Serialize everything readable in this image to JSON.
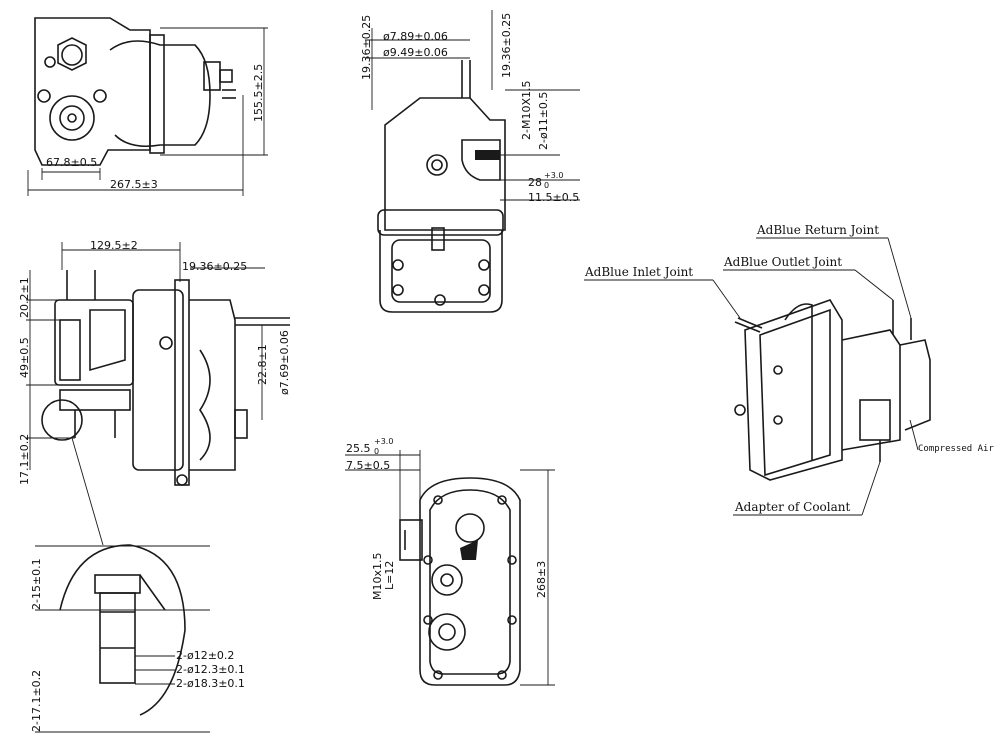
{
  "top_left_view": {
    "dim_67_8": "67.8±0.5",
    "dim_267_5": "267.5±3",
    "dim_155_5": "155.5±2.5"
  },
  "top_center_view": {
    "dim_phi_7_89": "ø7.89±0.06",
    "dim_phi_9_49": "ø9.49±0.06",
    "dim_19_36_left": "19.36±0.25",
    "dim_19_36_right": "19.36±0.25",
    "dim_m10": "2-M10X1.5",
    "dim_phi_11": "2-ø11±0.5",
    "dim_28": "28",
    "dim_28_tol_top": "+3.0",
    "dim_28_tol_bottom": "0",
    "dim_11_5": "11.5±0.5"
  },
  "middle_left_view": {
    "dim_129_5": "129.5±2",
    "dim_19_36": "19.36±0.25",
    "dim_20_2": "20.2±1",
    "dim_49": "49±0.5",
    "dim_22_8": "22.8±1",
    "dim_phi_7_69": "ø7.69±0.06",
    "dim_17_1": "17.1±0.2"
  },
  "detail_view": {
    "dim_2_15": "2-15±0.1",
    "dim_2_17_1": "2-17.1±0.2",
    "dim_phi_12": "2-ø12±0.2",
    "dim_phi_12_3": "2-ø12.3±0.1",
    "dim_phi_18_3": "2-ø18.3±0.1"
  },
  "bottom_center_view": {
    "dim_25_5": "25.5",
    "dim_25_5_tol_top": "+3.0",
    "dim_25_5_tol_bottom": "0",
    "dim_7_5": "7.5±0.5",
    "dim_m10_l12": "M10x1.5",
    "dim_l12": "L=12",
    "dim_268": "268±3"
  },
  "isometric_view": {
    "inlet_label": "AdBlue Inlet Joint",
    "return_label": "AdBlue Return Joint",
    "outlet_label": "AdBlue Outlet Joint",
    "air_label": "Compressed Air",
    "coolant_label": "Adapter of Coolant"
  }
}
